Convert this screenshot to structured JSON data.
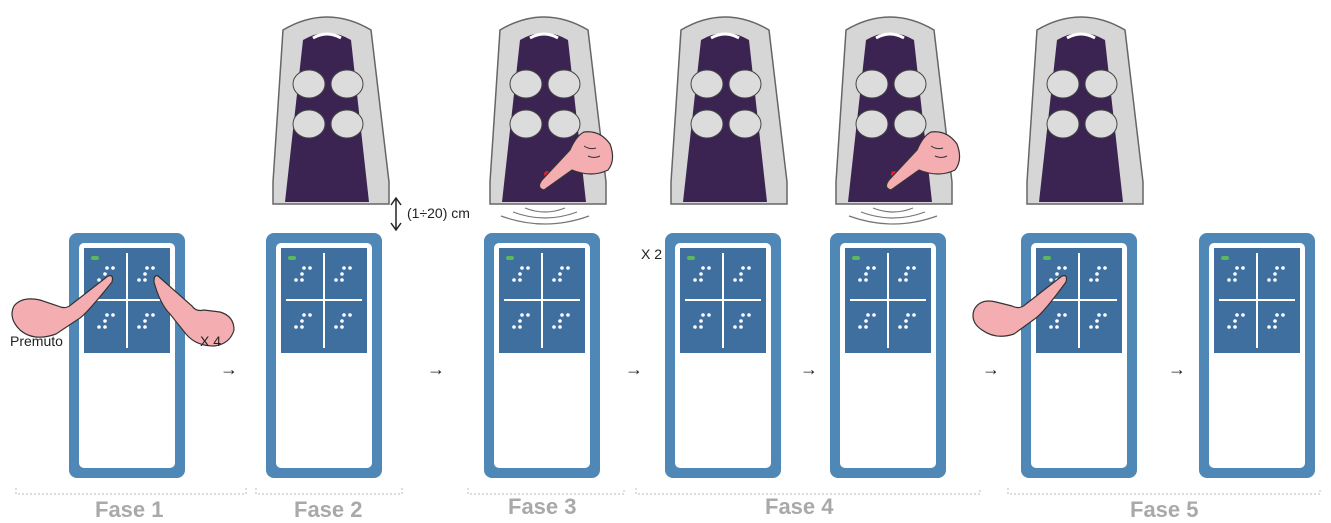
{
  "labels": {
    "pressed": "Premuto",
    "times4": "X 4",
    "times2": "X 2",
    "distance": "(1÷20) cm",
    "arrow": "→"
  },
  "phases": [
    "Fase 1",
    "Fase 2",
    "Fase 3",
    "Fase 4",
    "Fase 5"
  ],
  "colors": {
    "device_frame": "#4f87b7",
    "device_screen": "#ffffff",
    "keypad_panel": "#3f6f9e",
    "braille_dot": "#ffffff",
    "led_green": "#5cb85c",
    "remote_body": "#d6d6d6",
    "remote_face": "#3c2452",
    "remote_button": "#dcdcdc",
    "remote_led": "#e0202a",
    "hand": "#f4aeb2",
    "hand_outline": "#333333",
    "phase_text": "#a9a9a9"
  },
  "icons": [
    "arrow-icon",
    "double-arrow-icon",
    "pointing-hand-icon",
    "remote-control-icon",
    "signal-waves-icon"
  ]
}
